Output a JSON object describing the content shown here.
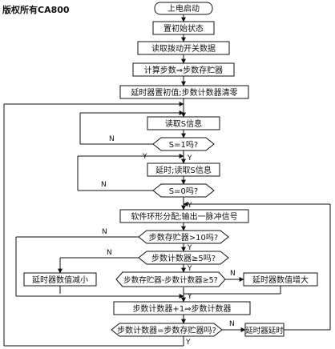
{
  "watermark": "版权所有CA800",
  "steps": {
    "start": "上电启动",
    "init": "置初始状态",
    "read_switch": "读取拨动开关数据",
    "calc": "计算步数⇒步数存贮器",
    "timer_init": "延时器置初值;步数计数器清零",
    "read_s": "读取S信息",
    "s_eq_1": "S=1吗?",
    "delay_read": "延时;读取S信息",
    "s_eq_0": "S=0吗?",
    "ring": "软件环形分配;输出一脉冲信号",
    "gt10": "步数存贮器>10吗?",
    "ge5": "步数计数器≥5吗?",
    "diff_ge5": "步数存贮器-步数计数器≥5?",
    "dec": "延时器数值减小",
    "inc": "延时器数值增大",
    "count": "步数计数器+1⇒步数计数器",
    "equal": "步数计数器=步数存贮器吗?",
    "delay": "延时器延时"
  },
  "labels": {
    "yes": "Y",
    "no": "N"
  }
}
